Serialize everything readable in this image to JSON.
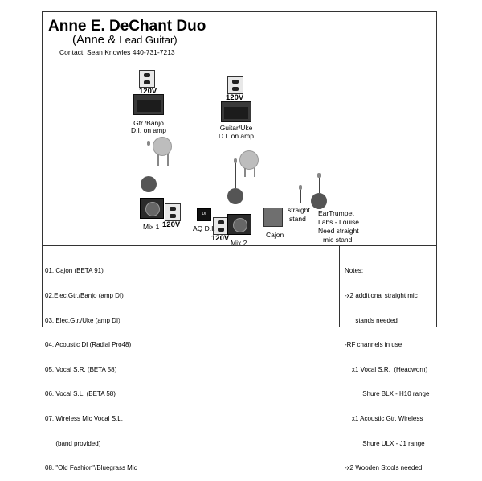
{
  "header": {
    "title": "Anne E. DeChant Duo",
    "subtitle_prefix": "(Anne & ",
    "subtitle_suffix": "Lead Guitar)",
    "contact": "Contact: Sean Knowles 440-731-7213"
  },
  "stage": {
    "outlet_left_top": "120V",
    "outlet_right_top": "120V",
    "amp_left_label_1": "Gtr./Banjo",
    "amp_left_label_2": "D.I. on amp",
    "amp_right_label_1": "Guitar/Uke",
    "amp_right_label_2": "D.I. on amp",
    "mix1_label": "Mix 1",
    "mix1_voltage": "120V",
    "aq_label": "AQ D.I.",
    "aq_box_text": "DI",
    "aq_voltage": "120V",
    "mix2_label": "Mix 2",
    "cajon_label": "Cajon",
    "straight_stand_1": "straight",
    "straight_stand_2": "stand",
    "eartrumpet_1": "EarTrumpet",
    "eartrumpet_2": "Labs - Louise",
    "eartrumpet_3": "Need straight",
    "eartrumpet_4": "mic stand"
  },
  "input_list": [
    "01. Cajon (BETA 91)",
    "02.Elec.Gtr./Banjo (amp DI)",
    "03. Elec.Gtr./Uke (amp DI)",
    "04. Acoustic DI (Radial Pro48)",
    "05. Vocal S.R. (BETA 58)",
    "06. Vocal S.L. (BETA 58)",
    "07. Wireless Mic Vocal S.L.",
    "      (band provided)",
    "08. \"Old Fashion\"/Bluegrass Mic"
  ],
  "notes": [
    "Notes:",
    "-x2 additional straight mic",
    "      stands needed",
    "-RF channels in use",
    "    x1 Vocal S.R.  (Headworn)",
    "          Shure BLX - H10 range",
    "    x1 Acoustic Gtr. Wireless",
    "          Shure ULX - J1 range",
    "-x2 Wooden Stools needed"
  ]
}
